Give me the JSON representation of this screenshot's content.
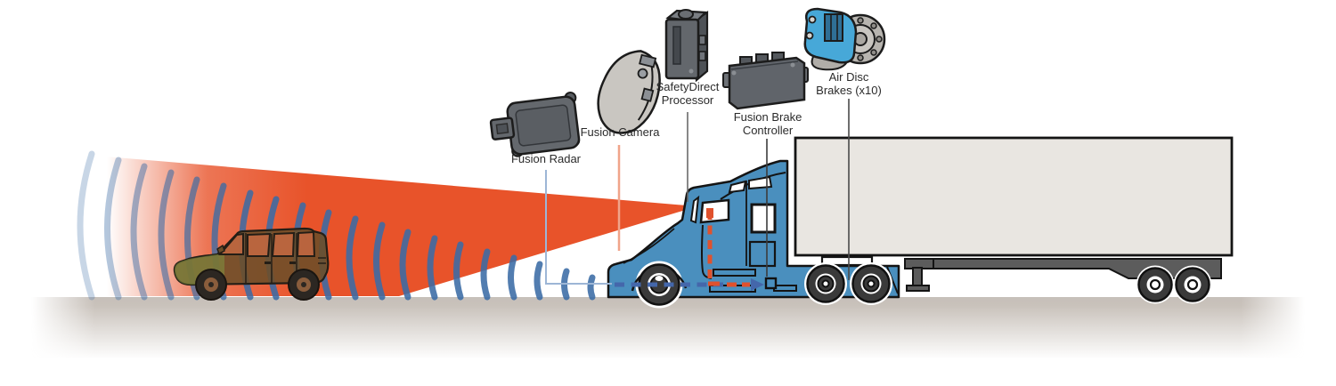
{
  "diagram": {
    "type": "truck-collision-mitigation-system",
    "labels": {
      "fusion_radar": "Fusion Radar",
      "fusion_camera": "Fusion Camera",
      "safetydirect_processor": "SafetyDirect\nProcessor",
      "fusion_brake_controller": "Fusion Brake\nController",
      "air_disc_brakes": "Air Disc\nBrakes (x10)"
    },
    "colors": {
      "truck_blue": "#4a8fbe",
      "camera_cone_orange": "#e8532a",
      "radar_wave_blue": "#3a6ba5",
      "signal_dash_orange": "#e0512d",
      "signal_dash_blue": "#4467ab",
      "trailer_gray": "#e9e6e1",
      "chassis_gray": "#5c5c5c",
      "ground_gray": "#c9c2bb",
      "device_gray": "#64686d",
      "brake_caliper_blue": "#47a8d8"
    }
  }
}
